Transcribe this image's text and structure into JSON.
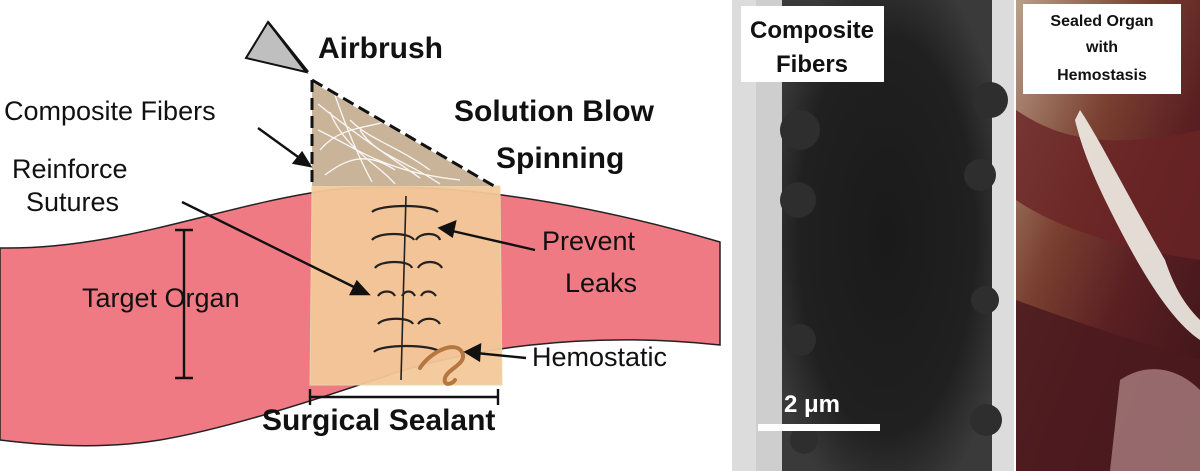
{
  "schematic": {
    "airbrush_label": "Airbrush",
    "composite_fibers_label": "Composite Fibers",
    "solution_blow_line1": "Solution Blow",
    "solution_blow_line2": "Spinning",
    "reinforce_line1": "Reinforce",
    "reinforce_line2": "Sutures",
    "target_organ_label": "Target Organ",
    "prevent_line1": "Prevent",
    "prevent_line2": "Leaks",
    "hemostatic_label": "Hemostatic",
    "surgical_sealant_label": "Surgical Sealant"
  },
  "micrograph": {
    "label_line1": "Composite",
    "label_line2": "Fibers",
    "scale_bar_label": "2 μm"
  },
  "photo": {
    "label_line1": "Sealed Organ",
    "label_line2": "with",
    "label_line3": "Hemostasis"
  },
  "colors": {
    "organ": "#f07a84",
    "sealant": "#f4c89a",
    "fiber_mat": "#c9b49a",
    "hemostatic_strand": "#b5763f"
  }
}
